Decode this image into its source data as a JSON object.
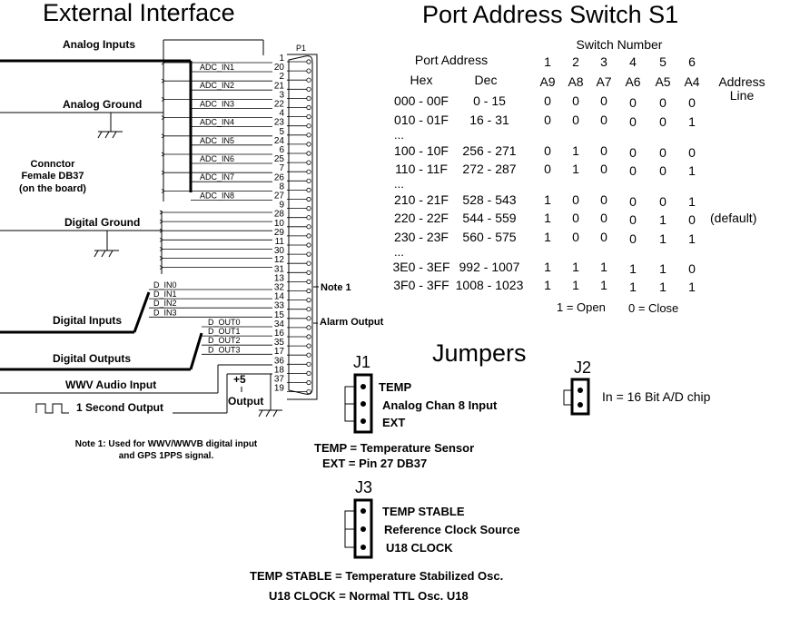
{
  "ext": {
    "title": "External Interface",
    "analog_inputs": "Analog Inputs",
    "analog_ground": "Analog Ground",
    "connector": [
      "Connctor",
      "Female DB37",
      "(on the board)"
    ],
    "digital_ground": "Digital Ground",
    "digital_inputs": "Digital Inputs",
    "digital_outputs": "Digital Outputs",
    "wwv_audio": "WWV  Audio  Input",
    "one_second": "1 Second Output",
    "plus5": "+5",
    "output": "Output",
    "note1_label": "Note 1",
    "alarm_output": "Alarm Output",
    "note1_text": [
      "Note 1: Used for WWV/WWVB digital input",
      "and GPS 1PPS signal."
    ],
    "p1": "P1",
    "adc_labels": [
      "ADC_IN1",
      "ADC_IN2",
      "ADC_IN3",
      "ADC_IN4",
      "ADC_IN5",
      "ADC_IN6",
      "ADC_IN7",
      "ADC_IN8"
    ],
    "din_labels": [
      "D_IN0",
      "D_IN1",
      "D_IN2",
      "D_IN3"
    ],
    "dout_labels": [
      "D_OUT0",
      "D_OUT1",
      "D_OUT2",
      "D_OUT3"
    ],
    "pins": [
      {
        "n": "1",
        "t": "top"
      },
      {
        "n": "20",
        "t": "bot"
      },
      {
        "n": "2",
        "t": "top"
      },
      {
        "n": "21",
        "t": "bot"
      },
      {
        "n": "3",
        "t": "top"
      },
      {
        "n": "22",
        "t": "bot"
      },
      {
        "n": "4",
        "t": "top"
      },
      {
        "n": "23",
        "t": "bot"
      },
      {
        "n": "5",
        "t": "top"
      },
      {
        "n": "24",
        "t": "bot"
      },
      {
        "n": "6",
        "t": "top"
      },
      {
        "n": "25",
        "t": "bot"
      },
      {
        "n": "7",
        "t": "top"
      },
      {
        "n": "26",
        "t": "bot"
      },
      {
        "n": "8",
        "t": "top"
      },
      {
        "n": "27",
        "t": "bot"
      },
      {
        "n": "9",
        "t": "top"
      },
      {
        "n": "28",
        "t": "bot"
      },
      {
        "n": "10",
        "t": "top"
      },
      {
        "n": "29",
        "t": "bot"
      },
      {
        "n": "11",
        "t": "top"
      },
      {
        "n": "30",
        "t": "bot"
      },
      {
        "n": "12",
        "t": "top"
      },
      {
        "n": "31",
        "t": "bot"
      },
      {
        "n": "13",
        "t": "top"
      },
      {
        "n": "32",
        "t": "bot"
      },
      {
        "n": "14",
        "t": "top"
      },
      {
        "n": "33",
        "t": "bot"
      },
      {
        "n": "15",
        "t": "top"
      },
      {
        "n": "34",
        "t": "bot"
      },
      {
        "n": "16",
        "t": "top"
      },
      {
        "n": "35",
        "t": "bot"
      },
      {
        "n": "17",
        "t": "top"
      },
      {
        "n": "36",
        "t": "bot"
      },
      {
        "n": "18",
        "t": "top"
      },
      {
        "n": "37",
        "t": "bot"
      },
      {
        "n": "19",
        "t": "top"
      }
    ]
  },
  "switch": {
    "title": "Port Address Switch S1",
    "switch_number": "Switch Number",
    "port_address": "Port Address",
    "hex": "Hex",
    "dec": "Dec",
    "sw_numbers": [
      "1",
      "2",
      "3",
      "4",
      "5",
      "6"
    ],
    "addr_bits": [
      "A9",
      "A8",
      "A7",
      "A6",
      "A5",
      "A4"
    ],
    "address_line": [
      "Address",
      "Line"
    ],
    "rows": [
      {
        "hex": "000 - 00F",
        "dec": "0 - 15",
        "bits": [
          "0",
          "0",
          "0",
          "0",
          "0",
          "0"
        ],
        "note": ""
      },
      {
        "hex": "010 - 01F",
        "dec": "16 - 31",
        "bits": [
          "0",
          "0",
          "0",
          "0",
          "0",
          "1"
        ],
        "note": ""
      },
      {
        "hex": "...",
        "dec": "",
        "bits": [],
        "note": ""
      },
      {
        "hex": "100 - 10F",
        "dec": "256 - 271",
        "bits": [
          "0",
          "1",
          "0",
          "0",
          "0",
          "0"
        ],
        "note": ""
      },
      {
        "hex": "110 - 11F",
        "dec": "272 - 287",
        "bits": [
          "0",
          "1",
          "0",
          "0",
          "0",
          "1"
        ],
        "note": ""
      },
      {
        "hex": "...",
        "dec": "",
        "bits": [],
        "note": ""
      },
      {
        "hex": "210 - 21F",
        "dec": "528 - 543",
        "bits": [
          "1",
          "0",
          "0",
          "0",
          "0",
          "1"
        ],
        "note": ""
      },
      {
        "hex": "220 - 22F",
        "dec": "544 - 559",
        "bits": [
          "1",
          "0",
          "0",
          "0",
          "1",
          "0"
        ],
        "note": "(default)"
      },
      {
        "hex": "230 - 23F",
        "dec": "560 - 575",
        "bits": [
          "1",
          "0",
          "0",
          "0",
          "1",
          "1"
        ],
        "note": ""
      },
      {
        "hex": "...",
        "dec": "",
        "bits": [],
        "note": ""
      },
      {
        "hex": "3E0 - 3EF",
        "dec": "992 - 1007",
        "bits": [
          "1",
          "1",
          "1",
          "1",
          "1",
          "0"
        ],
        "note": ""
      },
      {
        "hex": "3F0 - 3FF",
        "dec": "1008 - 1023",
        "bits": [
          "1",
          "1",
          "1",
          "1",
          "1",
          "1"
        ],
        "note": ""
      }
    ],
    "legend_open": "1 = Open",
    "legend_close": "0 = Close"
  },
  "jumpers": {
    "title": "Jumpers",
    "j1": {
      "name": "J1",
      "pins": [
        "TEMP",
        "Analog Chan 8 Input",
        "EXT"
      ]
    },
    "j2": {
      "name": "J2",
      "label": "In = 16 Bit A/D chip"
    },
    "j1_def1": "TEMP  =  Temperature Sensor",
    "j1_def2": "EXT  =  Pin 27 DB37",
    "j3": {
      "name": "J3",
      "pins": [
        "TEMP STABLE",
        "Reference Clock Source",
        "U18 CLOCK"
      ]
    },
    "j3_def1": "TEMP STABLE  =  Temperature Stabilized Osc.",
    "j3_def2": "U18 CLOCK  =  Normal TTL Osc. U18"
  }
}
